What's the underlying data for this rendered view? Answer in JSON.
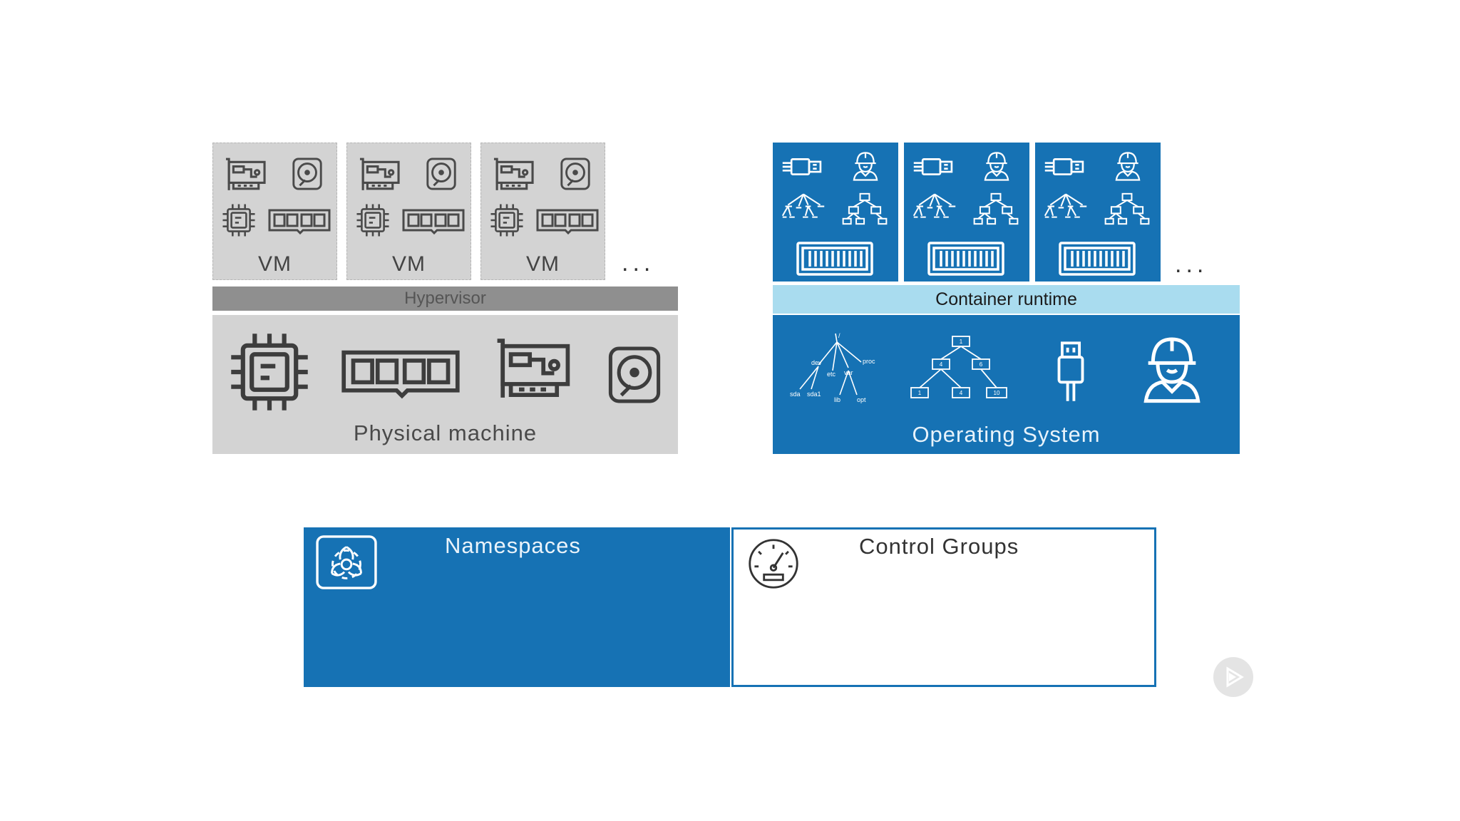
{
  "vm": {
    "labels": [
      "VM",
      "VM",
      "VM"
    ]
  },
  "vm_more": "...",
  "hypervisor": "Hypervisor",
  "physical_machine": "Physical machine",
  "container_more": "...",
  "container_runtime": "Container runtime",
  "operating_system": "Operating System",
  "fs_tree": {
    "labels": [
      "/",
      "dev",
      "etc",
      "var",
      "proc",
      "sda",
      "sda1",
      "lib",
      "opt"
    ]
  },
  "pid_tree": {
    "labels": [
      "1",
      "4",
      "6",
      "1",
      "4",
      "10"
    ]
  },
  "namespaces": "Namespaces",
  "control_groups": "Control Groups",
  "colors": {
    "blue": "#1672b4",
    "light_blue": "#a9dcef",
    "gray": "#d3d3d3",
    "dark_gray": "#8f8f8f"
  },
  "icons": [
    "network-card-icon",
    "hard-disk-icon",
    "cpu-icon",
    "memory-icon",
    "usb-icon",
    "user-icon",
    "tree-icon",
    "container-icon",
    "biohazard-icon",
    "gauge-icon",
    "play-icon"
  ]
}
